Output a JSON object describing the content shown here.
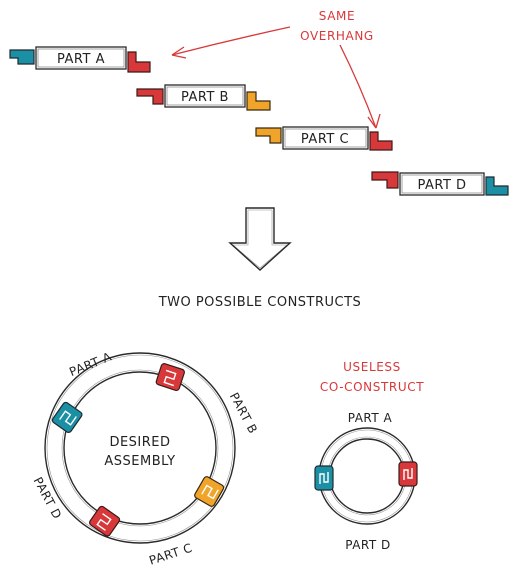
{
  "colors": {
    "teal": "#1b8fa3",
    "red": "#d9383a",
    "orange": "#f0a52a",
    "annotation": "#d9383a",
    "ink": "#2a2a2a"
  },
  "parts": [
    {
      "label": "PART A",
      "left_overhang": "teal",
      "right_overhang": "red"
    },
    {
      "label": "PART B",
      "left_overhang": "red",
      "right_overhang": "orange"
    },
    {
      "label": "PART C",
      "left_overhang": "orange",
      "right_overhang": "red"
    },
    {
      "label": "PART D",
      "left_overhang": "red",
      "right_overhang": "teal"
    }
  ],
  "annotation": {
    "line1": "SAME",
    "line2": "OVERHANG"
  },
  "section_title": "TWO POSSIBLE CONSTRUCTS",
  "desired": {
    "center_line1": "DESIRED",
    "center_line2": "ASSEMBLY",
    "part_a": "PART A",
    "part_b": "PART B",
    "part_c": "PART C",
    "part_d": "PART D"
  },
  "useless": {
    "title_line1": "USELESS",
    "title_line2": "CO-CONSTRUCT",
    "part_a": "PART A",
    "part_d": "PART D"
  }
}
